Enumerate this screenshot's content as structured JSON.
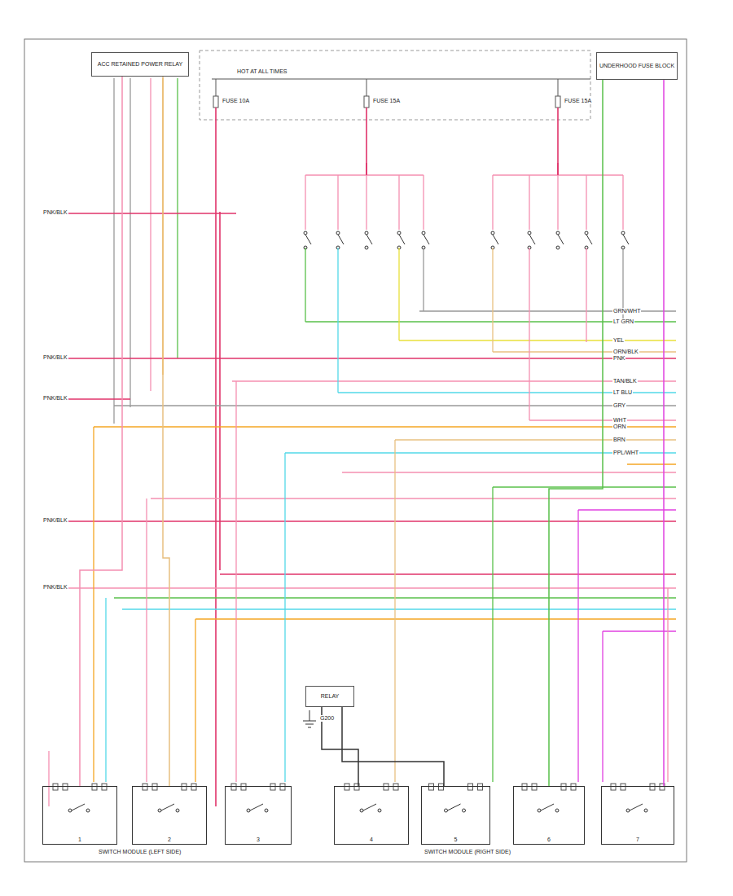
{
  "diagram": {
    "nodes": [
      {
        "text": [
          "ACC RETAINED POWER RELAY"
        ]
      },
      {
        "text": [
          "UNDERHOOD FUSE BLOCK"
        ]
      },
      {
        "text": [
          "RELAY"
        ]
      },
      {
        "text": [
          "1"
        ]
      },
      {
        "text": [
          "2"
        ]
      },
      {
        "text": [
          "3"
        ]
      },
      {
        "text": [
          "4"
        ]
      },
      {
        "text": [
          "5"
        ]
      },
      {
        "text": [
          "6"
        ]
      },
      {
        "text": [
          "7"
        ]
      }
    ],
    "edges": [
      {
        "from": 0,
        "to": 3,
        "arrow": "none"
      },
      {
        "from": 0,
        "to": 4,
        "arrow": "none"
      },
      {
        "from": 1,
        "to": 8,
        "arrow": "none"
      },
      {
        "from": 1,
        "to": 9,
        "arrow": "none"
      },
      {
        "from": 2,
        "to": 6,
        "arrow": "none"
      },
      {
        "from": 2,
        "to": 7,
        "arrow": "none"
      }
    ],
    "labels": [
      "PNK/BLK",
      "PNK/BLK",
      "PNK/BLK",
      "PNK/BLK",
      "PNK/BLK",
      "HOT AT ALL TIMES",
      "FUSE 10A",
      "FUSE 15A",
      "FUSE 15A",
      "GRN/WHT",
      "LT GRN",
      "YEL",
      "ORN/BLK",
      "PNK",
      "TAN/BLK",
      "LT BLU",
      "GRY",
      "WHT",
      "ORN",
      "BRN",
      "PPL/WHT",
      "SWITCH MODULE (LEFT SIDE)",
      "SWITCH MODULE (RIGHT SIDE)",
      "G200"
    ]
  }
}
